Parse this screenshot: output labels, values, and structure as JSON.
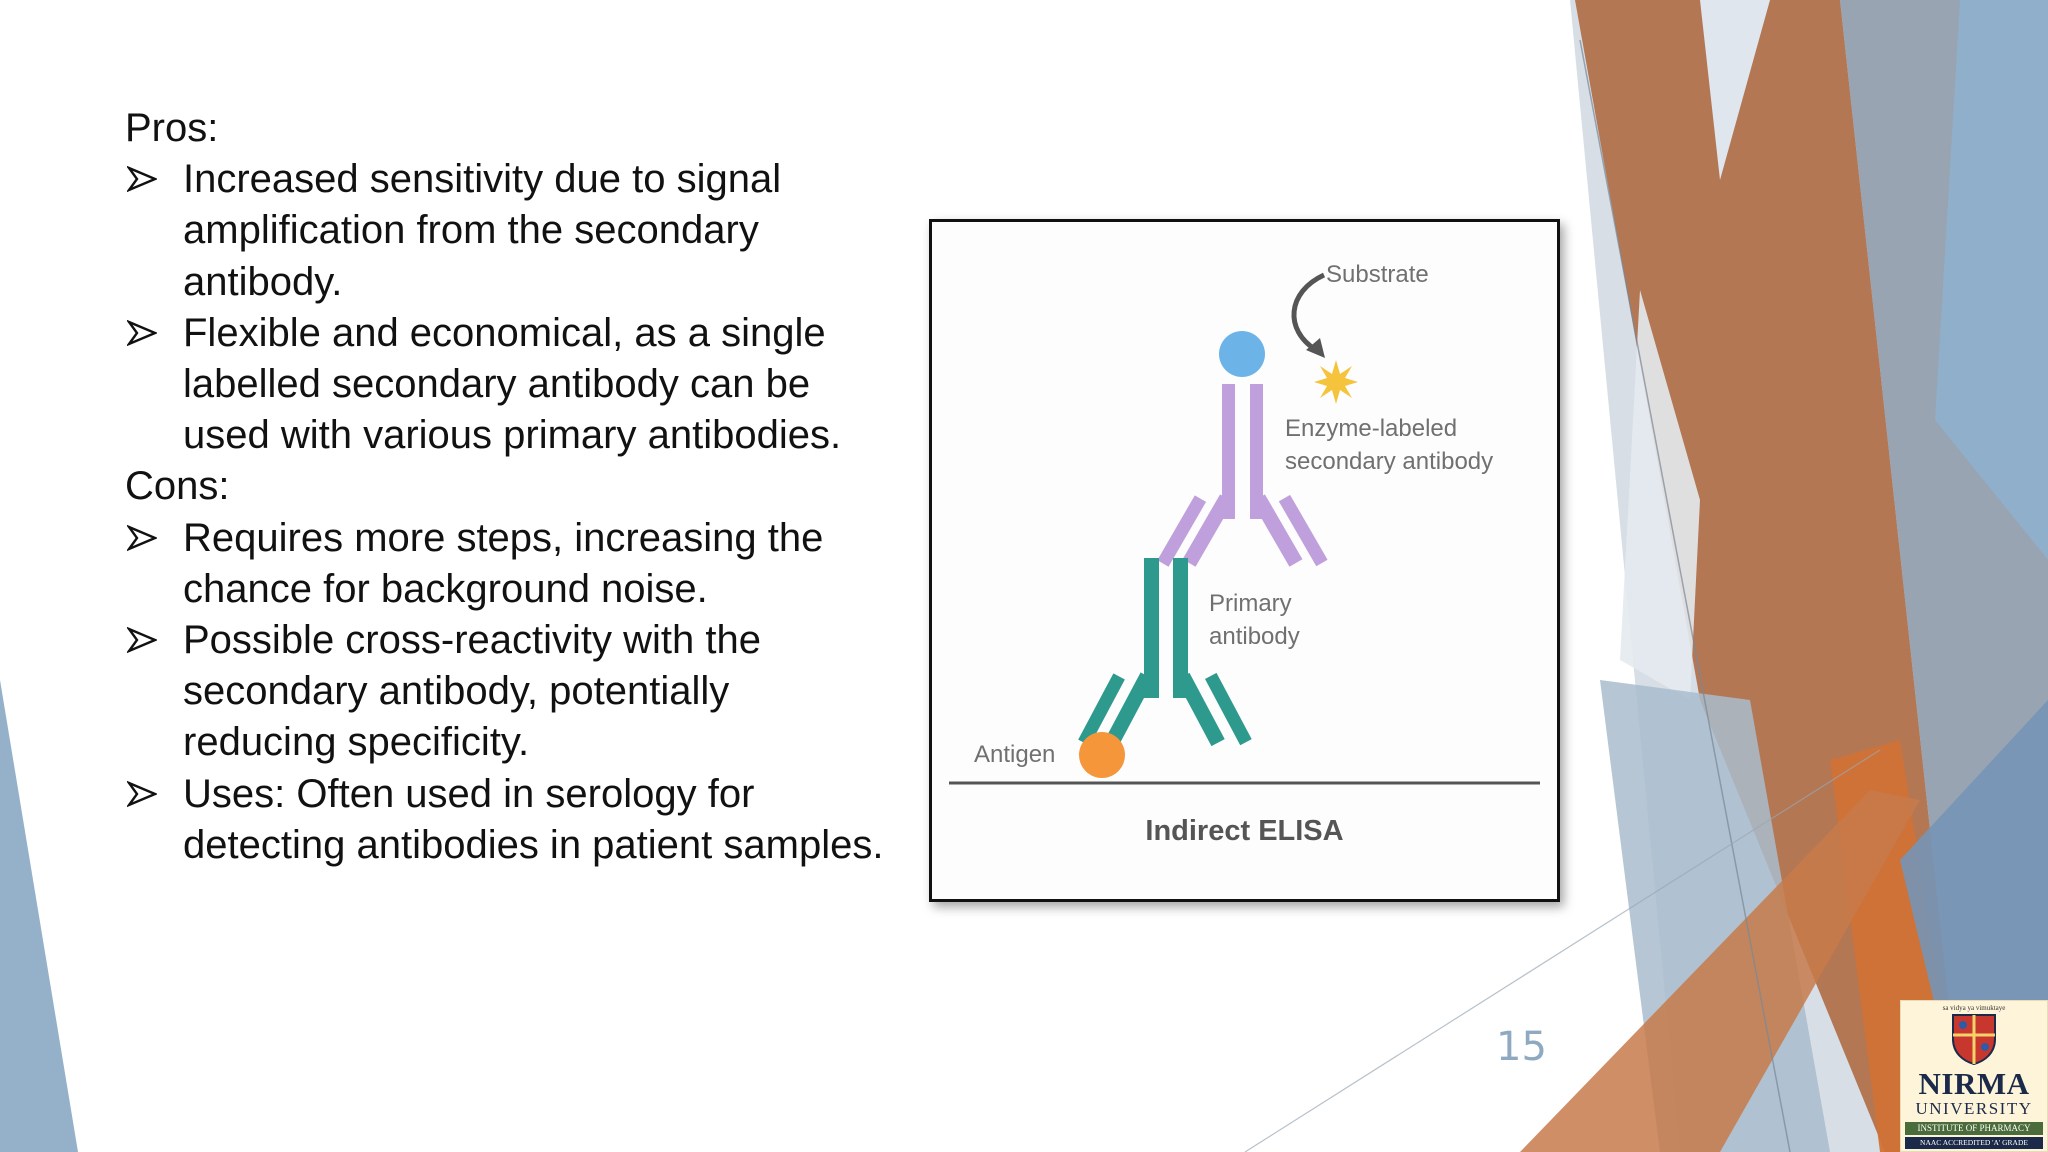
{
  "slide": {
    "pros_heading": "Pros:",
    "pros": [
      "Increased sensitivity due to signal amplification from the secondary antibody.",
      "Flexible and economical, as a single labelled secondary antibody can be used with various primary antibodies."
    ],
    "cons_heading": "Cons:",
    "cons": [
      "Requires more steps, increasing the chance for background noise.",
      "Possible cross-reactivity with the secondary antibody, potentially reducing specificity.",
      "Uses: Often used in serology for detecting antibodies in patient samples."
    ],
    "page_number": "15"
  },
  "diagram": {
    "title": "Indirect ELISA",
    "labels": {
      "substrate": "Substrate",
      "enzyme_line1": "Enzyme-labeled",
      "enzyme_line2": "secondary antibody",
      "primary_line1": "Primary",
      "primary_line2": "antibody",
      "antigen": "Antigen"
    },
    "colors": {
      "primary_antibody": "#2e9a8e",
      "secondary_antibody": "#c0a0dc",
      "enzyme": "#6cb4e8",
      "antigen": "#f5963a",
      "substrate": "#f5c43c",
      "arrow": "#555555"
    }
  },
  "theme": {
    "orange": "#c0784a",
    "steel_blue": "#7f9bb6",
    "gray": "#8c94a0"
  },
  "logo": {
    "tagline": "sa vidya ya vimuktaye",
    "name": "NIRMA",
    "subname": "UNIVERSITY",
    "band1": "INSTITUTE OF PHARMACY",
    "band2": "NAAC ACCREDITED 'A' GRADE"
  }
}
